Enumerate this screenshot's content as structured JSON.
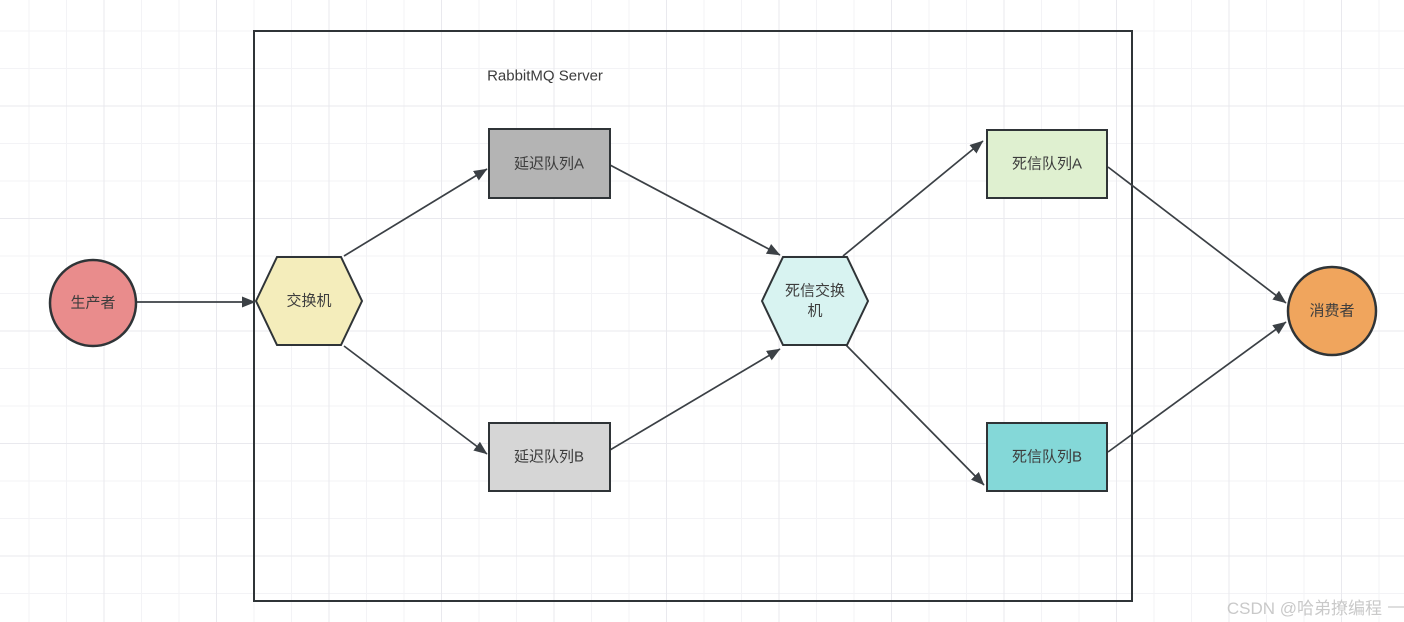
{
  "diagram": {
    "server_box_label": "RabbitMQ Server",
    "watermark": "CSDN @哈弟撩编程",
    "colors": {
      "shape_stroke": "#2f3437",
      "edge_line": "#3b4045",
      "label_text": "#3d3d3d",
      "watermark_text": "#c9c9c9"
    },
    "nodes": {
      "producer": {
        "label": "生产者",
        "shape": "circle",
        "fill": "#e98c8c"
      },
      "exchange": {
        "label": "交换机",
        "shape": "hexagon",
        "fill": "#f4edbb"
      },
      "delay_queue_a": {
        "label": "延迟队列A",
        "shape": "rect",
        "fill": "#b4b4b4"
      },
      "delay_queue_b": {
        "label": "延迟队列B",
        "shape": "rect",
        "fill": "#d6d6d6"
      },
      "dead_letter_exchange": {
        "label": "死信交换机",
        "shape": "hexagon",
        "fill": "#d8f3f1"
      },
      "dead_letter_queue_a": {
        "label": "死信队列A",
        "shape": "rect",
        "fill": "#dff0d0"
      },
      "dead_letter_queue_b": {
        "label": "死信队列B",
        "shape": "rect",
        "fill": "#84d8d8"
      },
      "consumer": {
        "label": "消费者",
        "shape": "circle",
        "fill": "#f0a55d"
      }
    },
    "edges": [
      {
        "from": "producer",
        "to": "exchange"
      },
      {
        "from": "exchange",
        "to": "delay_queue_a"
      },
      {
        "from": "exchange",
        "to": "delay_queue_b"
      },
      {
        "from": "delay_queue_a",
        "to": "dead_letter_exchange"
      },
      {
        "from": "delay_queue_b",
        "to": "dead_letter_exchange"
      },
      {
        "from": "dead_letter_exchange",
        "to": "dead_letter_queue_a"
      },
      {
        "from": "dead_letter_exchange",
        "to": "dead_letter_queue_b"
      },
      {
        "from": "dead_letter_queue_a",
        "to": "consumer"
      },
      {
        "from": "dead_letter_queue_b",
        "to": "consumer"
      }
    ]
  }
}
